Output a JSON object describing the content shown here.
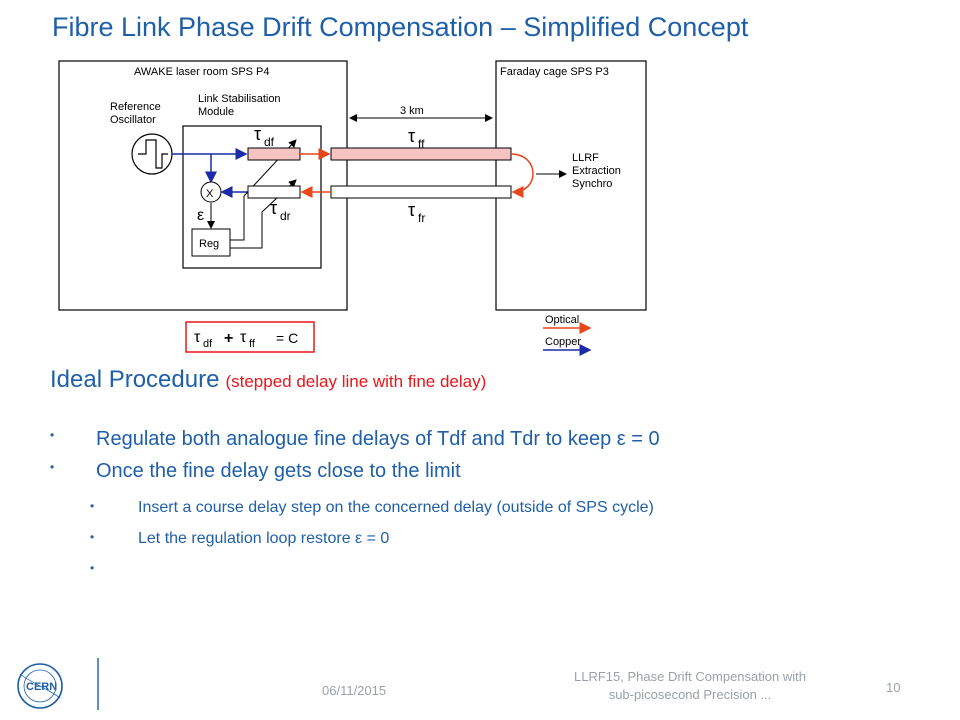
{
  "title": "Fibre Link Phase Drift Compensation – Simplified Concept",
  "diagram": {
    "awake_label": "AWAKE laser room SPS P4",
    "faraday_label": "Faraday cage SPS P3",
    "ref_osc_1": "Reference",
    "ref_osc_2": "Oscillator",
    "lsm_1": "Link Stabilisation",
    "lsm_2": "Module",
    "distance": "3 km",
    "tau": "τ",
    "sub_df": "df",
    "sub_dr": "dr",
    "sub_ff": "ff",
    "sub_fr": "fr",
    "epsilon": "ε",
    "mixer": "X",
    "reg": "Reg",
    "llrf_1": "LLRF",
    "llrf_2": "Extraction",
    "llrf_3": "Synchro",
    "plus": "+",
    "eq_c": "= C",
    "legend_optical": "Optical",
    "legend_copper": "Copper",
    "colors": {
      "optical": "#e8461b",
      "copper": "#1a2aa8",
      "fibre_fill": "#f6c3c3",
      "eq_border": "#e8161b"
    }
  },
  "section": {
    "heading": "Ideal Procedure",
    "subheading": "(stepped delay line with fine delay)"
  },
  "bullets": [
    "Regulate both analogue fine delays of Tdf and Tdr to keep ε = 0",
    "Once the fine delay gets close to the limit"
  ],
  "subbullets": [
    "Insert a course delay step on the concerned delay (outside of SPS cycle)",
    "Let the regulation loop restore ε = 0",
    ""
  ],
  "footer": {
    "date": "06/11/2015",
    "title_1": "LLRF15, Phase Drift Compensation with",
    "title_2": "sub-picosecond Precision ...",
    "page": "10",
    "logo_text": "CERN"
  }
}
